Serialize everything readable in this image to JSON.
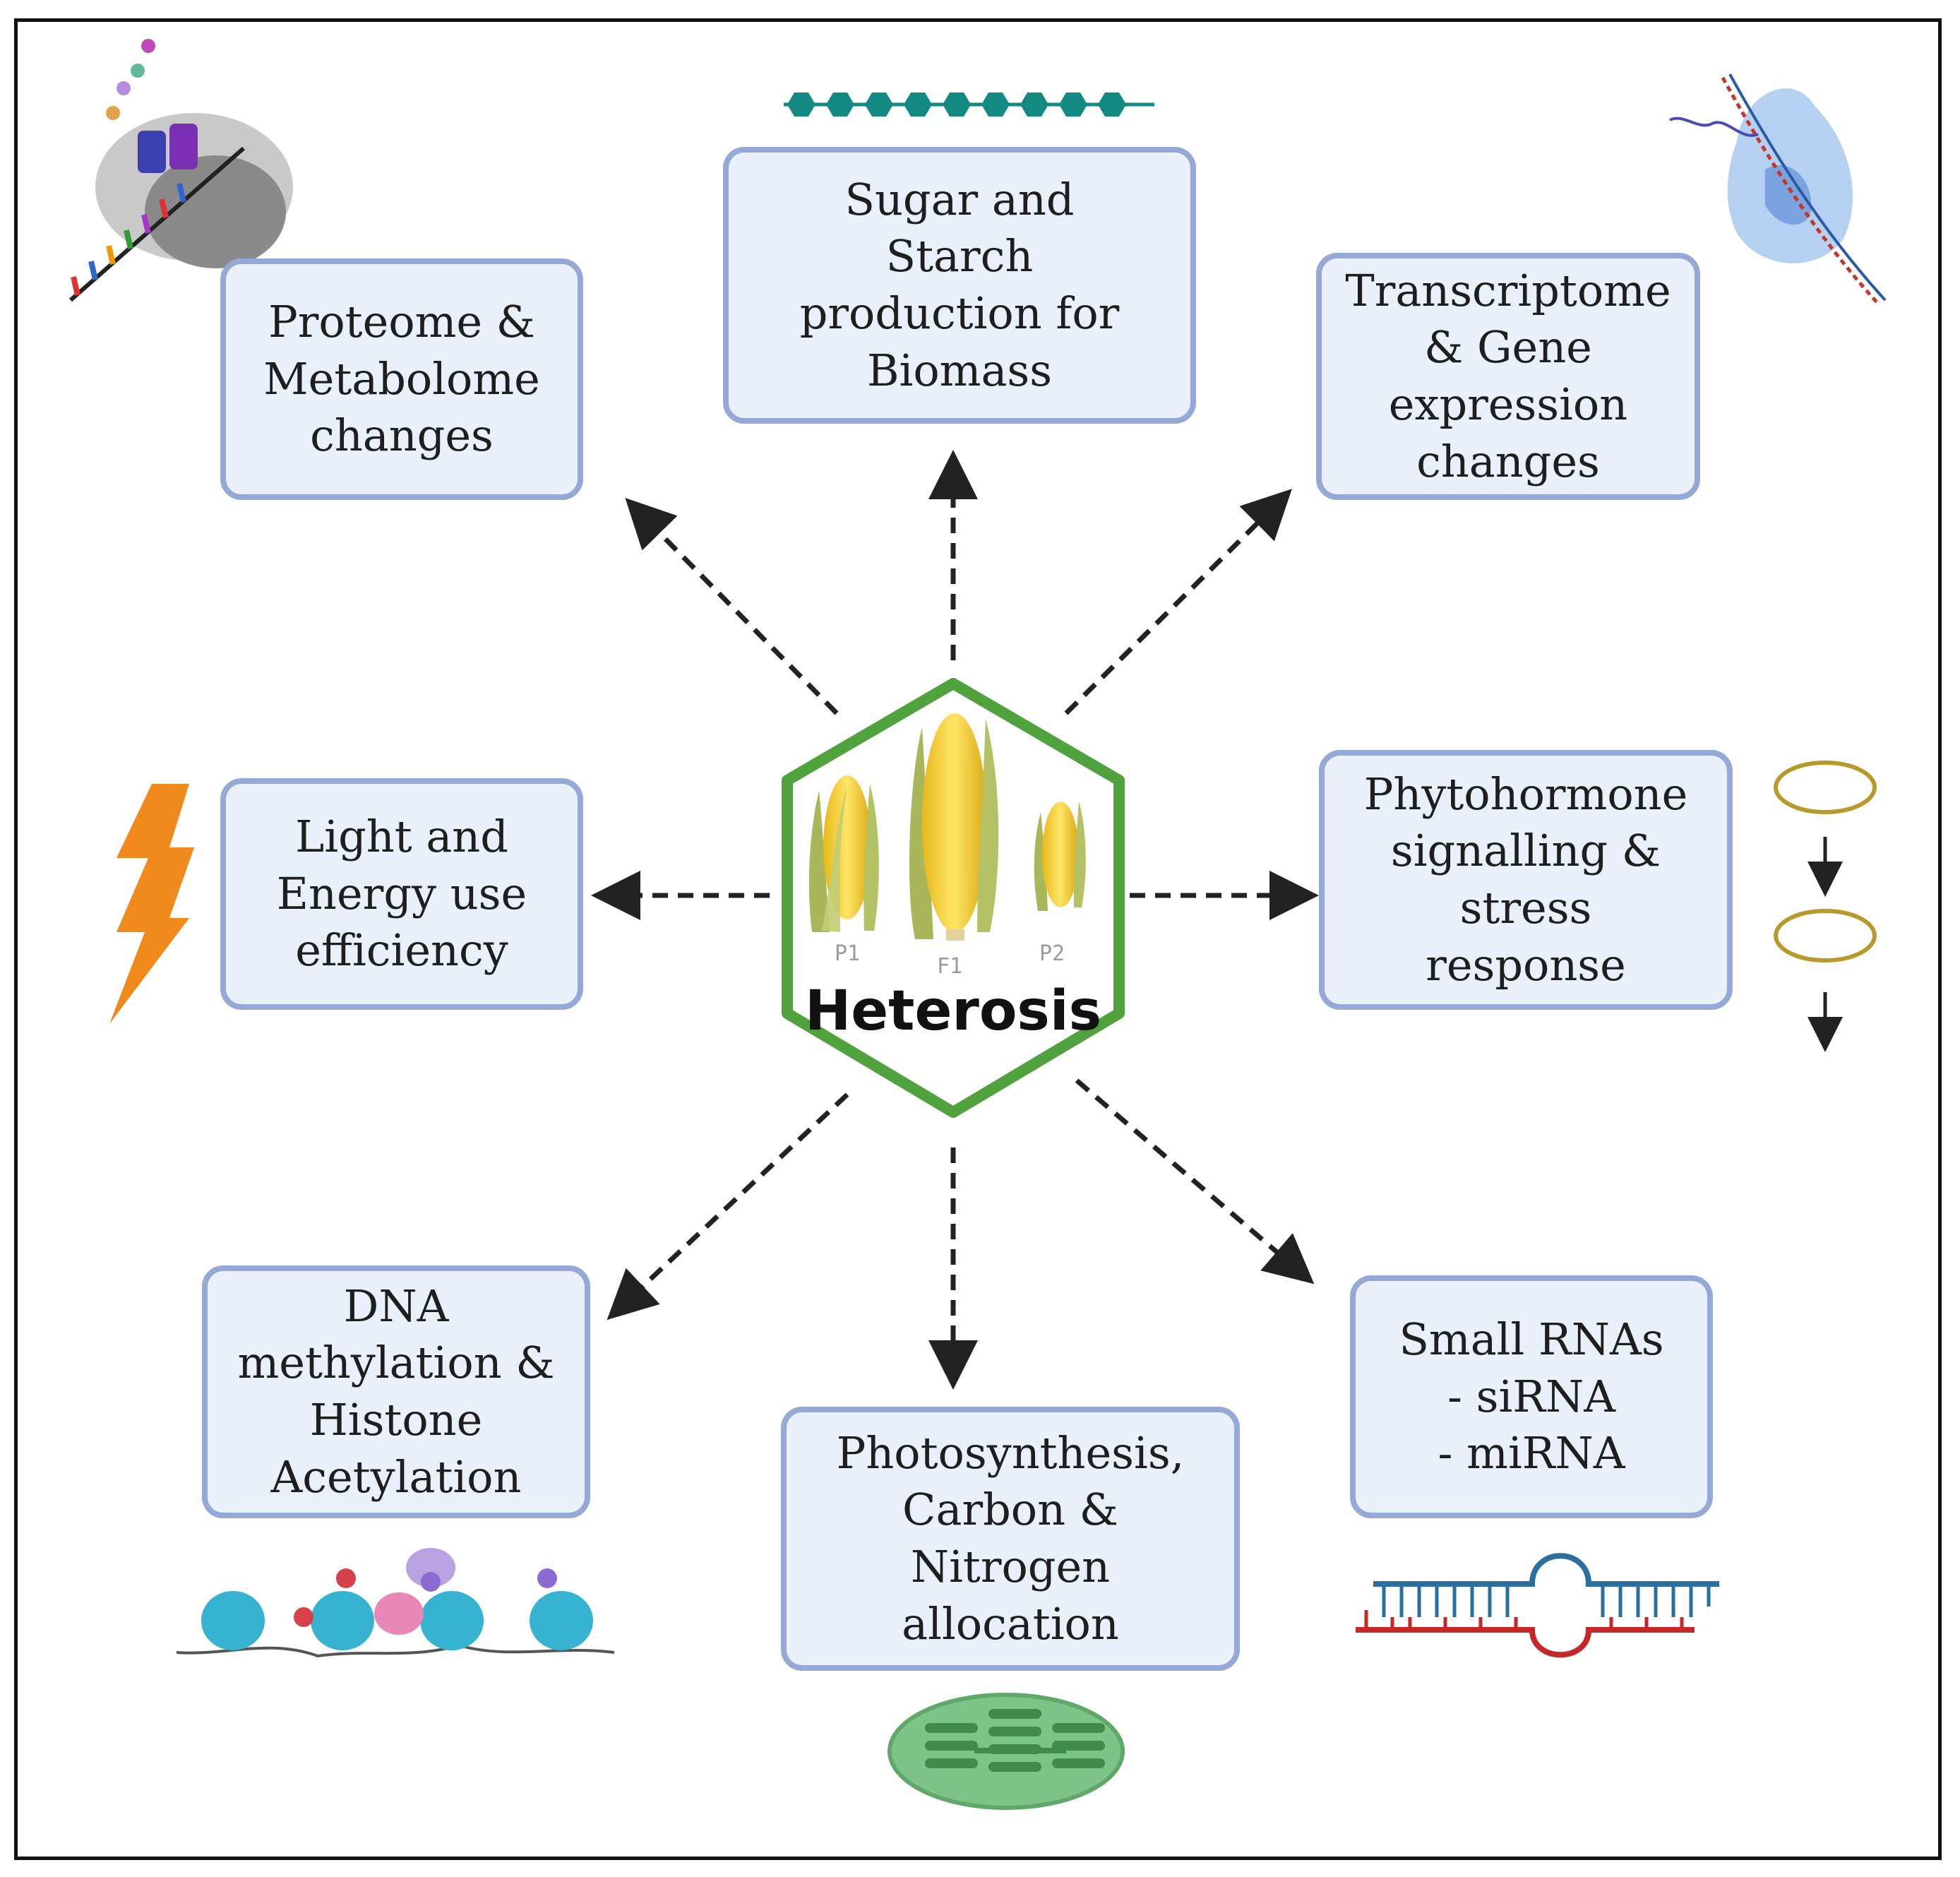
{
  "center": {
    "title": "Heterosis",
    "labels": {
      "p1": "P1",
      "f1": "F1",
      "p2": "P2"
    }
  },
  "nodes": {
    "proteome": "Proteome &\nMetabolome\nchanges",
    "sugar": "Sugar and\nStarch\nproduction for\nBiomass",
    "transcriptome": "Transcriptome\n& Gene\nexpression\nchanges",
    "light": "Light and\nEnergy use\nefficiency",
    "phytohormone": "Phytohormone\nsignalling &\nstress\nresponse",
    "dna": "DNA\nmethylation &\nHistone\nAcetylation",
    "photosynthesis": "Photosynthesis,\nCarbon &\nNitrogen\nallocation",
    "small_rna": "Small RNAs\n- siRNA\n- miRNA"
  },
  "colors": {
    "box_fill": "#e9f0f9",
    "box_border": "#94a9d6",
    "hexagon": "#4fa23c",
    "bolt": "#f08a1c",
    "ellipse": "#b89a2a",
    "chloroplast": "#5fa86a",
    "rna_blue": "#2a6f9e",
    "rna_red": "#c62828",
    "nucleosome": "#35b3d1"
  }
}
